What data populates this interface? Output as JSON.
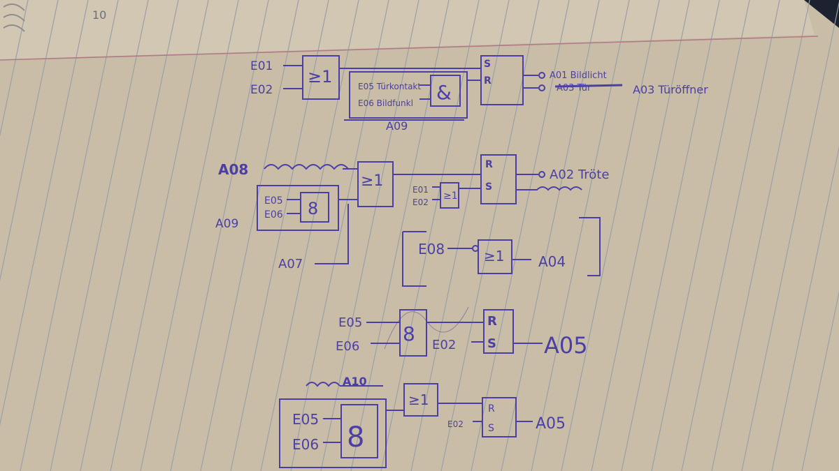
{
  "page": {
    "number": "10"
  },
  "colors": {
    "ink": "#4b3fa6",
    "paper": "#c9bda7",
    "rule": "#9aa0a8",
    "margin": "#b07a86"
  },
  "row1": {
    "in_a": "E01",
    "in_b": "E02",
    "or_gate": "≥1",
    "and_in_a": "E05 Türkontakt",
    "and_in_b": "E06 Bildfunkl",
    "and_gate": "&",
    "group_label": "A09",
    "sr_s": "S",
    "sr_r": "R",
    "out_a": "A01 Bildlicht",
    "out_b_struck": "A03 Tür",
    "out_b": "A03 Türöffner"
  },
  "row2": {
    "in_top": "A08",
    "in_mid_a": "E05",
    "in_mid_b": "E06",
    "and_gate": "8",
    "group_label": "A09",
    "in_bottom": "A07",
    "or_gate": "≥1",
    "small_in_a": "E01",
    "small_in_b": "E02",
    "small_gate": "≥1",
    "rs_r": "R",
    "rs_s": "S",
    "out": "A02 Tröte"
  },
  "row3": {
    "input": "E08",
    "gate": "≥1",
    "output": "A04"
  },
  "row4": {
    "in_a": "E05",
    "in_b": "E06",
    "and_gate": "8",
    "reset_in": "E02",
    "rs_r": "R",
    "rs_s": "S",
    "output": "A05"
  },
  "row5": {
    "in_top": "A10",
    "in_a": "E05",
    "in_b": "E06",
    "and_gate": "8",
    "or_gate": "≥1",
    "reset_in": "E02",
    "rs_r": "R",
    "rs_s": "S",
    "output": "A05"
  }
}
